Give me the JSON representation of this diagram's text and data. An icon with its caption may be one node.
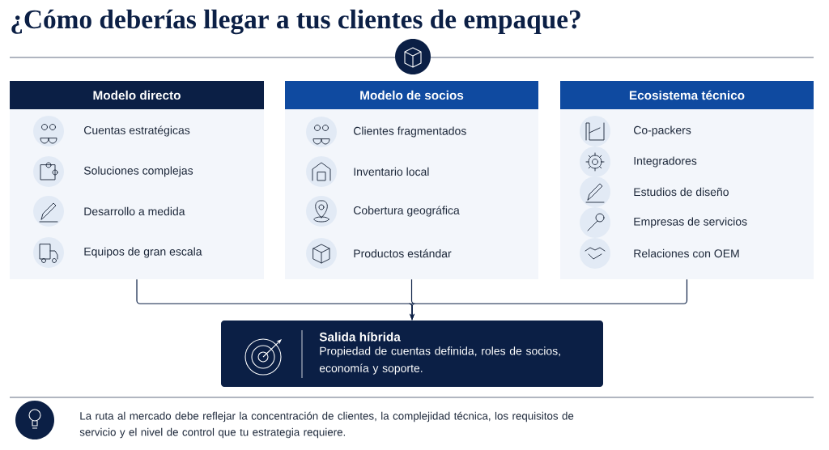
{
  "diagram": {
    "title": "¿Cómo deberías llegar a tus clientes de empaque?",
    "nodes": [
      {
        "text": [
          "Modelo directo"
        ]
      },
      {
        "text": [
          "Cuentas estratégicas"
        ],
        "in": 0
      },
      {
        "text": [
          "Soluciones complejas"
        ],
        "in": 0
      },
      {
        "text": [
          "Desarrollo a medida"
        ],
        "in": 0
      },
      {
        "text": [
          "Equipos de gran escala"
        ],
        "in": 0
      },
      {
        "text": [
          "Modelo de socios"
        ]
      },
      {
        "text": [
          "Clientes fragmentados"
        ],
        "in": 5
      },
      {
        "text": [
          "Inventario local"
        ],
        "in": 5
      },
      {
        "text": [
          "Cobertura geográfica"
        ],
        "in": 5
      },
      {
        "text": [
          "Productos estándar"
        ],
        "in": 5
      },
      {
        "text": [
          "Ecosistema técnico"
        ]
      },
      {
        "text": [
          "Co-packers"
        ],
        "in": 10
      },
      {
        "text": [
          "Integradores"
        ],
        "in": 10
      },
      {
        "text": [
          "Estudios de diseño"
        ],
        "in": 10
      },
      {
        "text": [
          "Empresas de servicios"
        ],
        "in": 10
      },
      {
        "text": [
          "Relaciones con OEM"
        ],
        "in": 10
      },
      {
        "text": [
          "Salida híbrida",
          "Propiedad de cuentas definida, roles de socios, economía y soporte."
        ]
      }
    ],
    "edges": [
      {
        "from": 0,
        "to": 16,
        "arrow": "to"
      },
      {
        "from": 5,
        "to": 16,
        "arrow": "to"
      },
      {
        "from": 10,
        "to": 16,
        "arrow": "to"
      }
    ],
    "labels": [
      "La ruta al mercado debe reflejar la concentración de clientes, la complejidad técnica, los requisitos de servicio y el nivel de control que tu estrategia requiere."
    ]
  }
}
